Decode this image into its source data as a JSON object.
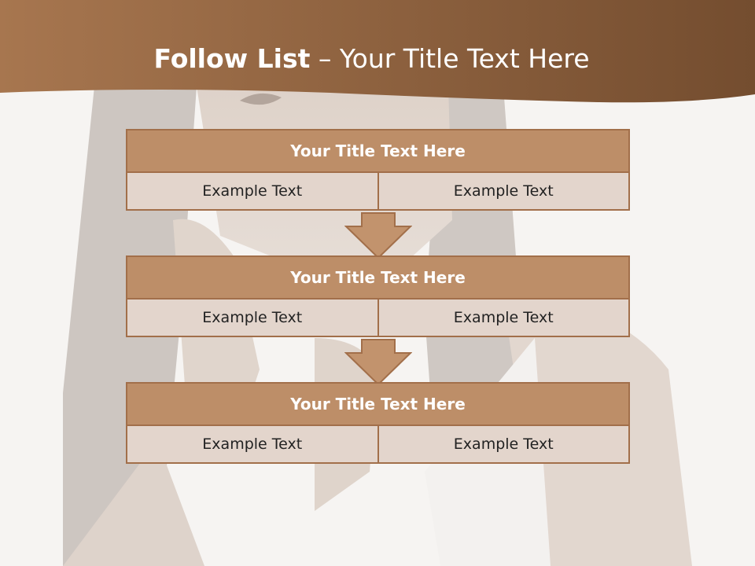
{
  "slide": {
    "title_bold": "Follow List",
    "title_rest": " – Your Title Text Here",
    "colors": {
      "header": "#8e5e3a",
      "block_header": "#bd8e68",
      "block_border": "#a26f4a",
      "block_cell": "#e3d5cc",
      "arrow": "#c2936d"
    },
    "blocks": [
      {
        "title": "Your Title Text Here",
        "left": "Example Text",
        "right": "Example Text"
      },
      {
        "title": "Your Title Text Here",
        "left": "Example Text",
        "right": "Example Text"
      },
      {
        "title": "Your Title Text Here",
        "left": "Example Text",
        "right": "Example Text"
      }
    ]
  }
}
